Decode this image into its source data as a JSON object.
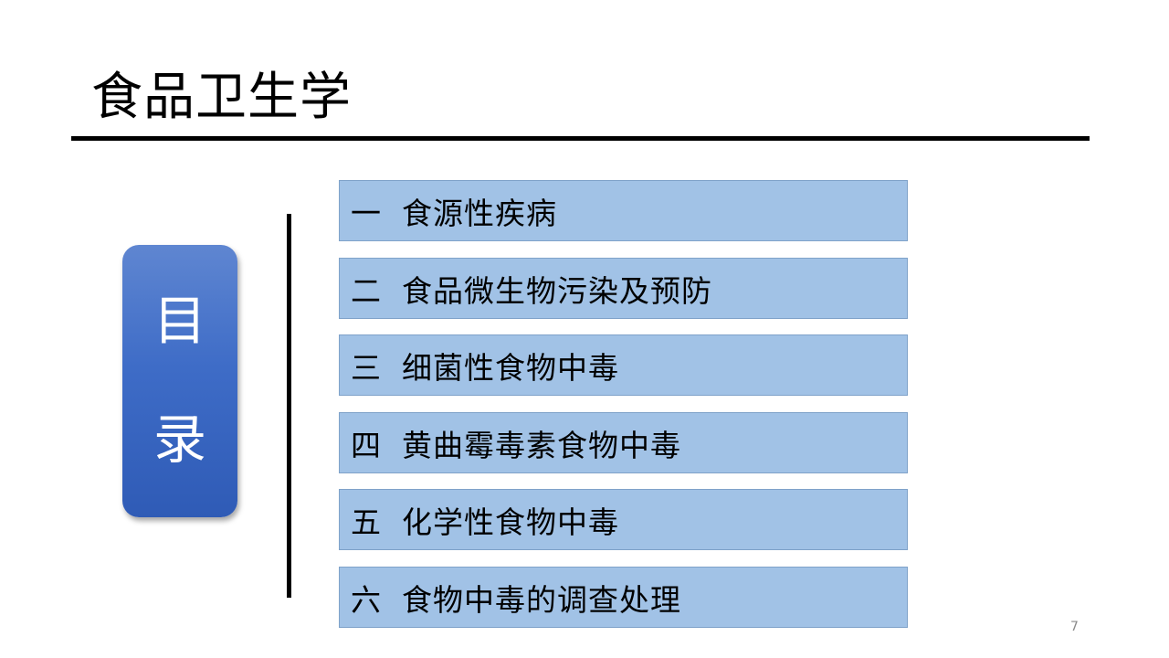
{
  "slide": {
    "title": "食品卫生学",
    "toc_badge": [
      "目",
      "录"
    ],
    "items": [
      {
        "num": "一",
        "text": "食源性疾病"
      },
      {
        "num": "二",
        "text": "食品微生物污染及预防"
      },
      {
        "num": "三",
        "text": "细菌性食物中毒"
      },
      {
        "num": "四",
        "text": "黄曲霉毒素食物中毒"
      },
      {
        "num": "五",
        "text": "化学性食物中毒"
      },
      {
        "num": "六",
        "text": "食物中毒的调查处理"
      }
    ],
    "page_number": "7"
  },
  "colors": {
    "item_fill": "#a1c2e6",
    "badge_blue": "#3e6cc7",
    "rule": "#000000"
  }
}
